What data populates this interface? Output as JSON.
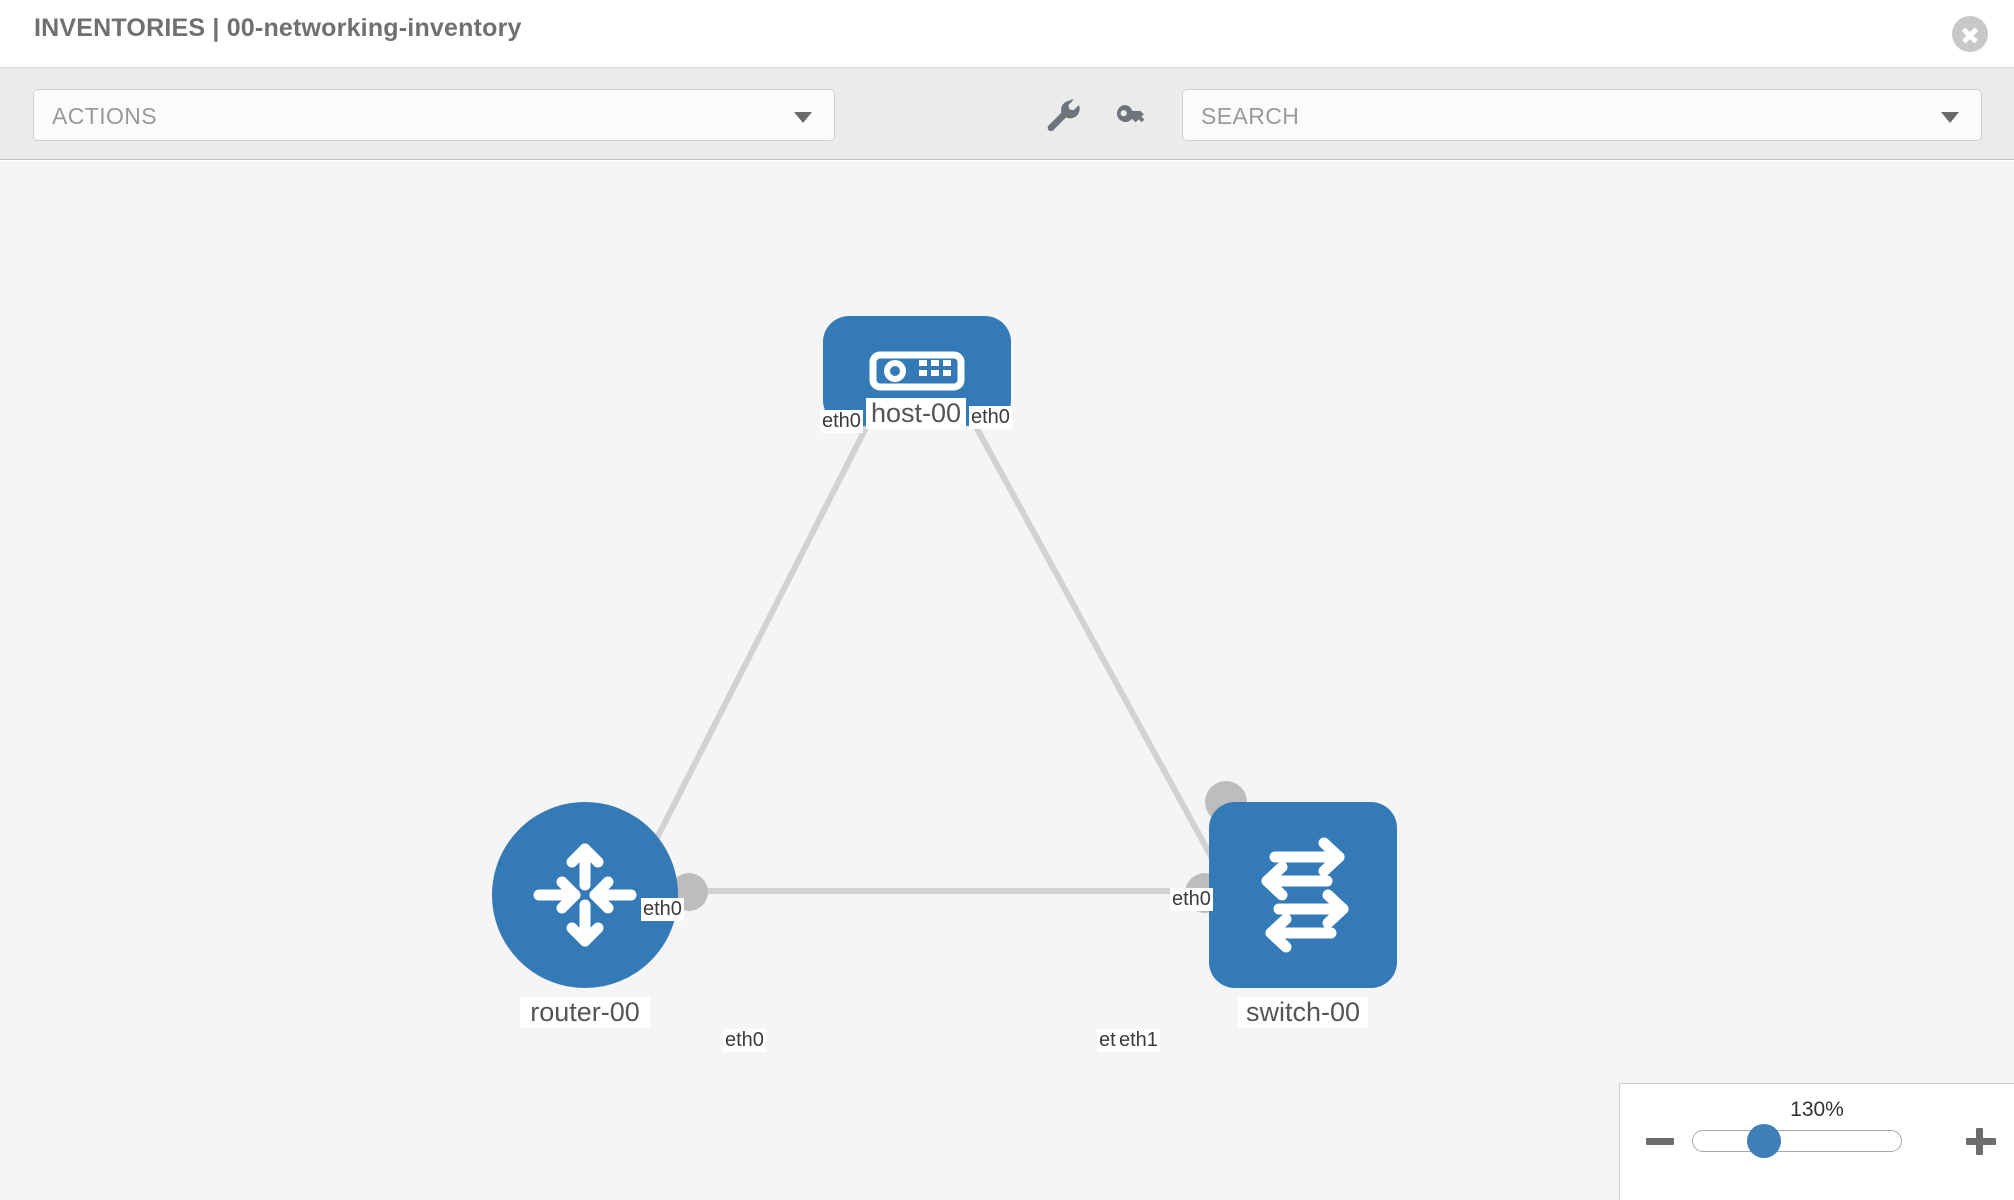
{
  "header": {
    "title": "INVENTORIES | 00-networking-inventory",
    "close_icon": "close-circle-icon"
  },
  "toolbar": {
    "actions_label": "ACTIONS",
    "actions_caret_icon": "chevron-down-icon",
    "wrench_icon": "wrench-icon",
    "key_icon": "key-icon",
    "search_placeholder": "SEARCH",
    "search_value": "SEARCH",
    "search_caret_icon": "chevron-down-icon"
  },
  "topology": {
    "nodes": [
      {
        "id": "host-00",
        "label": "host-00",
        "type": "host",
        "icon": "server-icon",
        "shape": "rounded",
        "color": "#337ab7"
      },
      {
        "id": "router-00",
        "label": "router-00",
        "type": "router",
        "icon": "router-arrows-icon",
        "shape": "circle",
        "color": "#337ab7"
      },
      {
        "id": "switch-00",
        "label": "switch-00",
        "type": "switch",
        "icon": "switch-arrows-icon",
        "shape": "rounded",
        "color": "#337ab7"
      }
    ],
    "links": [
      {
        "from": "host-00",
        "to": "router-00",
        "from_interface": "eth0",
        "to_interface": "eth0"
      },
      {
        "from": "host-00",
        "to": "switch-00",
        "from_interface": "eth0",
        "to_interface": "eth0"
      },
      {
        "from": "router-00",
        "to": "switch-00",
        "from_interface": "eth0",
        "to_interface": "eth1",
        "overlapped_label": "eth"
      }
    ],
    "edge_labels": {
      "host_left": "eth0",
      "host_right": "eth0",
      "router_upper": "eth0",
      "switch_upper": "eth0",
      "router_right": "eth0",
      "switch_left_hidden": "eth",
      "switch_left": "eth1"
    }
  },
  "zoom_control": {
    "percent_label": "130%",
    "minus_icon": "minus-icon",
    "plus_icon": "plus-icon",
    "slider_value": 130,
    "slider_min": 10,
    "slider_max": 250
  }
}
